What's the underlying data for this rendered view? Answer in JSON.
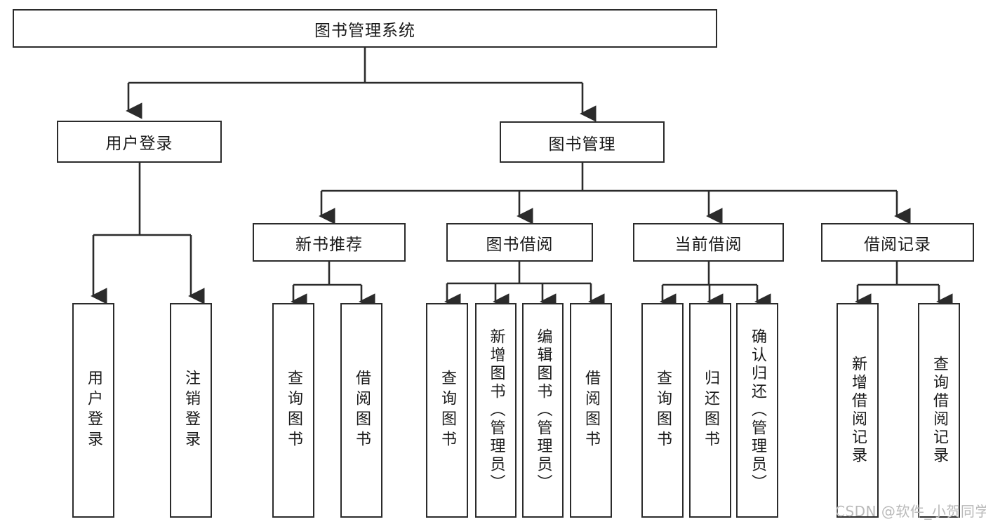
{
  "diagram": {
    "title_node": {
      "label": "图书管理系统"
    },
    "level2": [
      {
        "id": "user-login",
        "label": "用户登录"
      },
      {
        "id": "book-management",
        "label": "图书管理"
      }
    ],
    "level3": [
      {
        "id": "new-book-recommend",
        "label": "新书推荐"
      },
      {
        "id": "book-borrow",
        "label": "图书借阅"
      },
      {
        "id": "current-borrow",
        "label": "当前借阅"
      },
      {
        "id": "borrow-record",
        "label": "借阅记录"
      }
    ],
    "leaves": {
      "user_login": [
        {
          "id": "leaf-user-login",
          "label": "用户登录"
        },
        {
          "id": "leaf-logout-login",
          "label": "注销登录"
        }
      ],
      "new_book_recommend": [
        {
          "id": "leaf-query-book-1",
          "label": "查询图书"
        },
        {
          "id": "leaf-borrow-book-1",
          "label": "借阅图书"
        }
      ],
      "book_borrow": [
        {
          "id": "leaf-query-book-2",
          "label": "查询图书"
        },
        {
          "id": "leaf-add-book",
          "label": "新增图书（管理员）"
        },
        {
          "id": "leaf-edit-book",
          "label": "编辑图书（管理员）"
        },
        {
          "id": "leaf-borrow-book-2",
          "label": "借阅图书"
        }
      ],
      "current_borrow": [
        {
          "id": "leaf-query-book-3",
          "label": "查询图书"
        },
        {
          "id": "leaf-return-book",
          "label": "归还图书"
        },
        {
          "id": "leaf-confirm-return",
          "label": "确认归还（管理员）"
        }
      ],
      "borrow_record": [
        {
          "id": "leaf-add-record",
          "label": "新增借阅记录"
        },
        {
          "id": "leaf-query-record",
          "label": "查询借阅记录"
        }
      ]
    }
  },
  "watermark": {
    "text": "CSDN @软件_小贺同学"
  },
  "colors": {
    "stroke": "#2b2b2b",
    "background": "#ffffff",
    "text": "#1a1a1a",
    "watermark": "#b9b9b9"
  }
}
